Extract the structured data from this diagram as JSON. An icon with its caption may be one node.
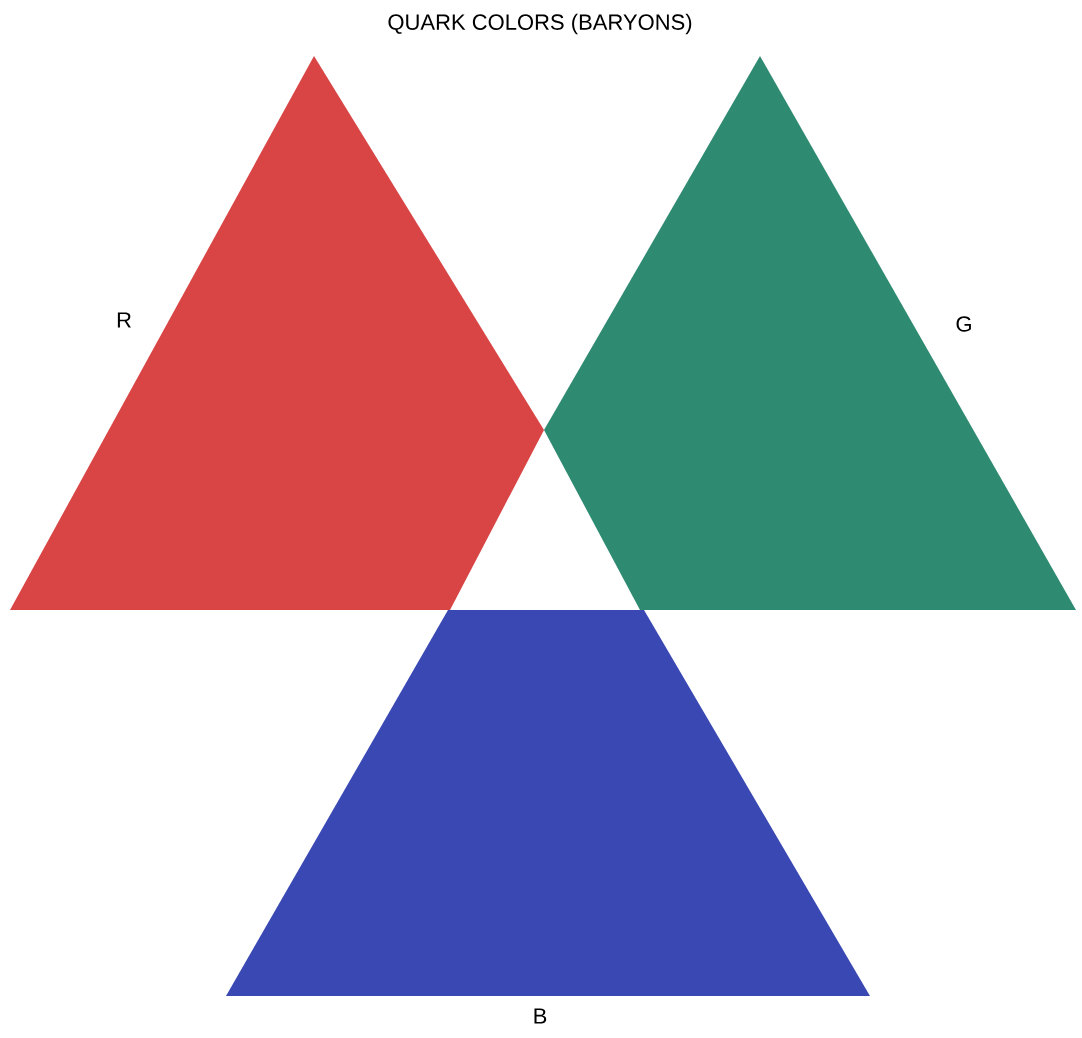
{
  "diagram": {
    "title": "QUARK COLORS  (BARYONS)",
    "nodes": [
      {
        "text": [
          "R"
        ]
      },
      {
        "text": [
          "G"
        ]
      },
      {
        "text": [
          "B"
        ]
      }
    ],
    "edges": []
  }
}
